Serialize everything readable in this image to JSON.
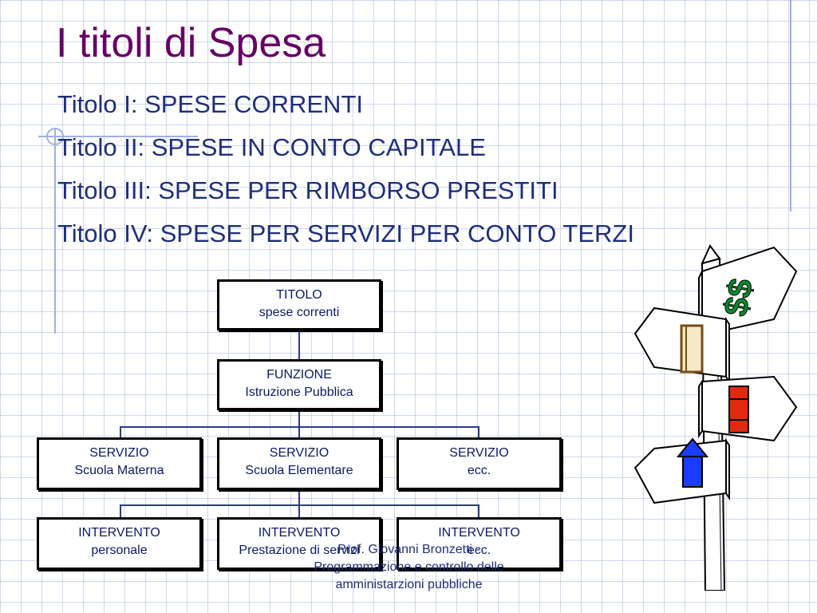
{
  "title": "I titoli di Spesa",
  "items": [
    "Titolo I: SPESE CORRENTI",
    "Titolo II: SPESE IN CONTO CAPITALE",
    "Titolo III: SPESE PER RIMBORSO PRESTITI",
    "Titolo IV: SPESE PER SERVIZI PER CONTO TERZI"
  ],
  "diagram": {
    "titolo": {
      "line1": "TITOLO",
      "line2": "spese correnti"
    },
    "funzione": {
      "line1": "FUNZIONE",
      "line2": "Istruzione Pubblica"
    },
    "servizi": [
      {
        "line1": "SERVIZIO",
        "line2": "Scuola Materna"
      },
      {
        "line1": "SERVIZIO",
        "line2": "Scuola Elementare"
      },
      {
        "line1": "SERVIZIO",
        "line2": "ecc."
      }
    ],
    "interventi": [
      {
        "line1": "INTERVENTO",
        "line2": "personale"
      },
      {
        "line1": "INTERVENTO",
        "line2": "Prestazione di servizi"
      },
      {
        "line1": "INTERVENTO",
        "line2": "ecc."
      }
    ]
  },
  "footer": {
    "line1": "Prof. Giovanni Bronzetti -",
    "line2": "Programmazione e controllo delle",
    "line3": "amministarzioni pubbliche"
  },
  "colors": {
    "title": "#660066",
    "text": "#1f2e7a",
    "grid": "#96a8dc"
  }
}
